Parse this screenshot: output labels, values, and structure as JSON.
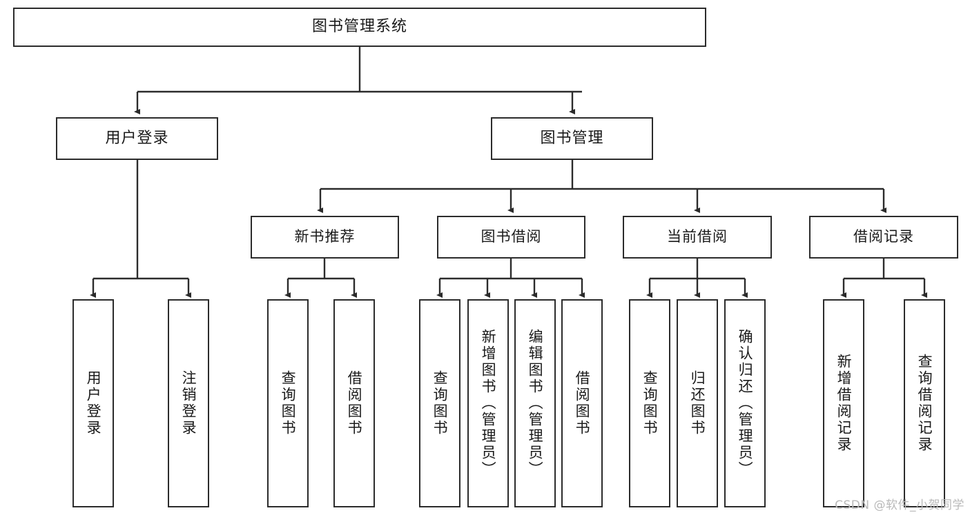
{
  "diagram": {
    "title": "图书管理系统",
    "root": {
      "label": "图书管理系统"
    },
    "level2": [
      {
        "label": "用户登录"
      },
      {
        "label": "图书管理"
      }
    ],
    "level3": [
      {
        "label": "新书推荐"
      },
      {
        "label": "图书借阅"
      },
      {
        "label": "当前借阅"
      },
      {
        "label": "借阅记录"
      }
    ],
    "leaves": {
      "user_login": [
        {
          "label": "用户登录"
        },
        {
          "label": "注销登录"
        }
      ],
      "new_book_recommend": [
        {
          "label": "查询图书"
        },
        {
          "label": "借阅图书"
        }
      ],
      "book_borrow": [
        {
          "label": "查询图书"
        },
        {
          "label": "新增图书（管理员）"
        },
        {
          "label": "编辑图书（管理员）"
        },
        {
          "label": "借阅图书"
        }
      ],
      "current_borrow": [
        {
          "label": "查询图书"
        },
        {
          "label": "归还图书"
        },
        {
          "label": "确认归还（管理员）"
        }
      ],
      "borrow_record": [
        {
          "label": "新增借阅记录"
        },
        {
          "label": "查询借阅记录"
        }
      ]
    }
  },
  "watermark": {
    "text": "CSDN @软件_小贺同学"
  },
  "colors": {
    "stroke": "#2b2b2b",
    "fill": "#ffffff",
    "text": "#1a1a1a",
    "watermark": "#b9b9b9"
  }
}
